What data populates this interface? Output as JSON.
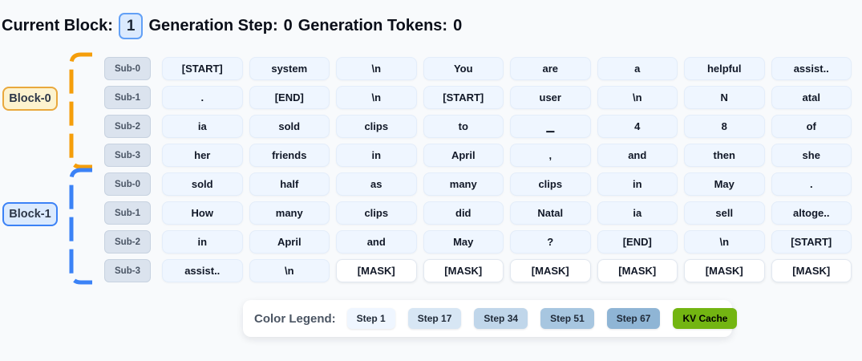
{
  "header": {
    "current_block_label": "Current Block:",
    "current_block_value": "1",
    "generation_step_label": "Generation Step:",
    "generation_step_value": "0",
    "generation_tokens_label": "Generation Tokens:",
    "generation_tokens_value": "0"
  },
  "mask_token": "[MASK]",
  "cell_colors": {
    "filled": "#eff6ff",
    "mask": "#ffffff"
  },
  "blocks": [
    {
      "label": "Block-0",
      "accent": "#f59e0b",
      "label_bg": "#fdf3cf",
      "label_border": "#e9a83d",
      "rows": [
        {
          "label": "Sub-0",
          "tokens": [
            "[START]",
            "system",
            "\\n",
            "You",
            "are",
            "a",
            "helpful",
            "assist.."
          ]
        },
        {
          "label": "Sub-1",
          "tokens": [
            ".",
            "[END]",
            "\\n",
            "[START]",
            "user",
            "\\n",
            "N",
            "atal"
          ]
        },
        {
          "label": "Sub-2",
          "tokens": [
            "ia",
            "sold",
            "clips",
            "to",
            "▁",
            "4",
            "8",
            "of"
          ]
        },
        {
          "label": "Sub-3",
          "tokens": [
            "her",
            "friends",
            "in",
            "April",
            ",",
            "and",
            "then",
            "she"
          ]
        }
      ]
    },
    {
      "label": "Block-1",
      "accent": "#3b82f6",
      "label_bg": "#dbeafe",
      "label_border": "#3c82f6",
      "rows": [
        {
          "label": "Sub-0",
          "tokens": [
            "sold",
            "half",
            "as",
            "many",
            "clips",
            "in",
            "May",
            "."
          ]
        },
        {
          "label": "Sub-1",
          "tokens": [
            "How",
            "many",
            "clips",
            "did",
            "Natal",
            "ia",
            "sell",
            "altoge.."
          ]
        },
        {
          "label": "Sub-2",
          "tokens": [
            "in",
            "April",
            "and",
            "May",
            "?",
            "[END]",
            "\\n",
            "[START]"
          ]
        },
        {
          "label": "Sub-3",
          "tokens": [
            "assist..",
            "\\n",
            "[MASK]",
            "[MASK]",
            "[MASK]",
            "[MASK]",
            "[MASK]",
            "[MASK]"
          ]
        }
      ]
    }
  ],
  "legend": {
    "title": "Color Legend:",
    "items": [
      {
        "label": "Step 1",
        "color": "#eff6ff",
        "text_color": "#1f2937"
      },
      {
        "label": "Step 17",
        "color": "#d7e6f4",
        "text_color": "#1f2937"
      },
      {
        "label": "Step 34",
        "color": "#c0d6ea",
        "text_color": "#1f2937"
      },
      {
        "label": "Step 51",
        "color": "#a7c6e0",
        "text_color": "#1f2937"
      },
      {
        "label": "Step 67",
        "color": "#8fb5d5",
        "text_color": "#1f2937"
      },
      {
        "label": "KV Cache",
        "color": "#73b512",
        "text_color": "#000000"
      }
    ]
  }
}
